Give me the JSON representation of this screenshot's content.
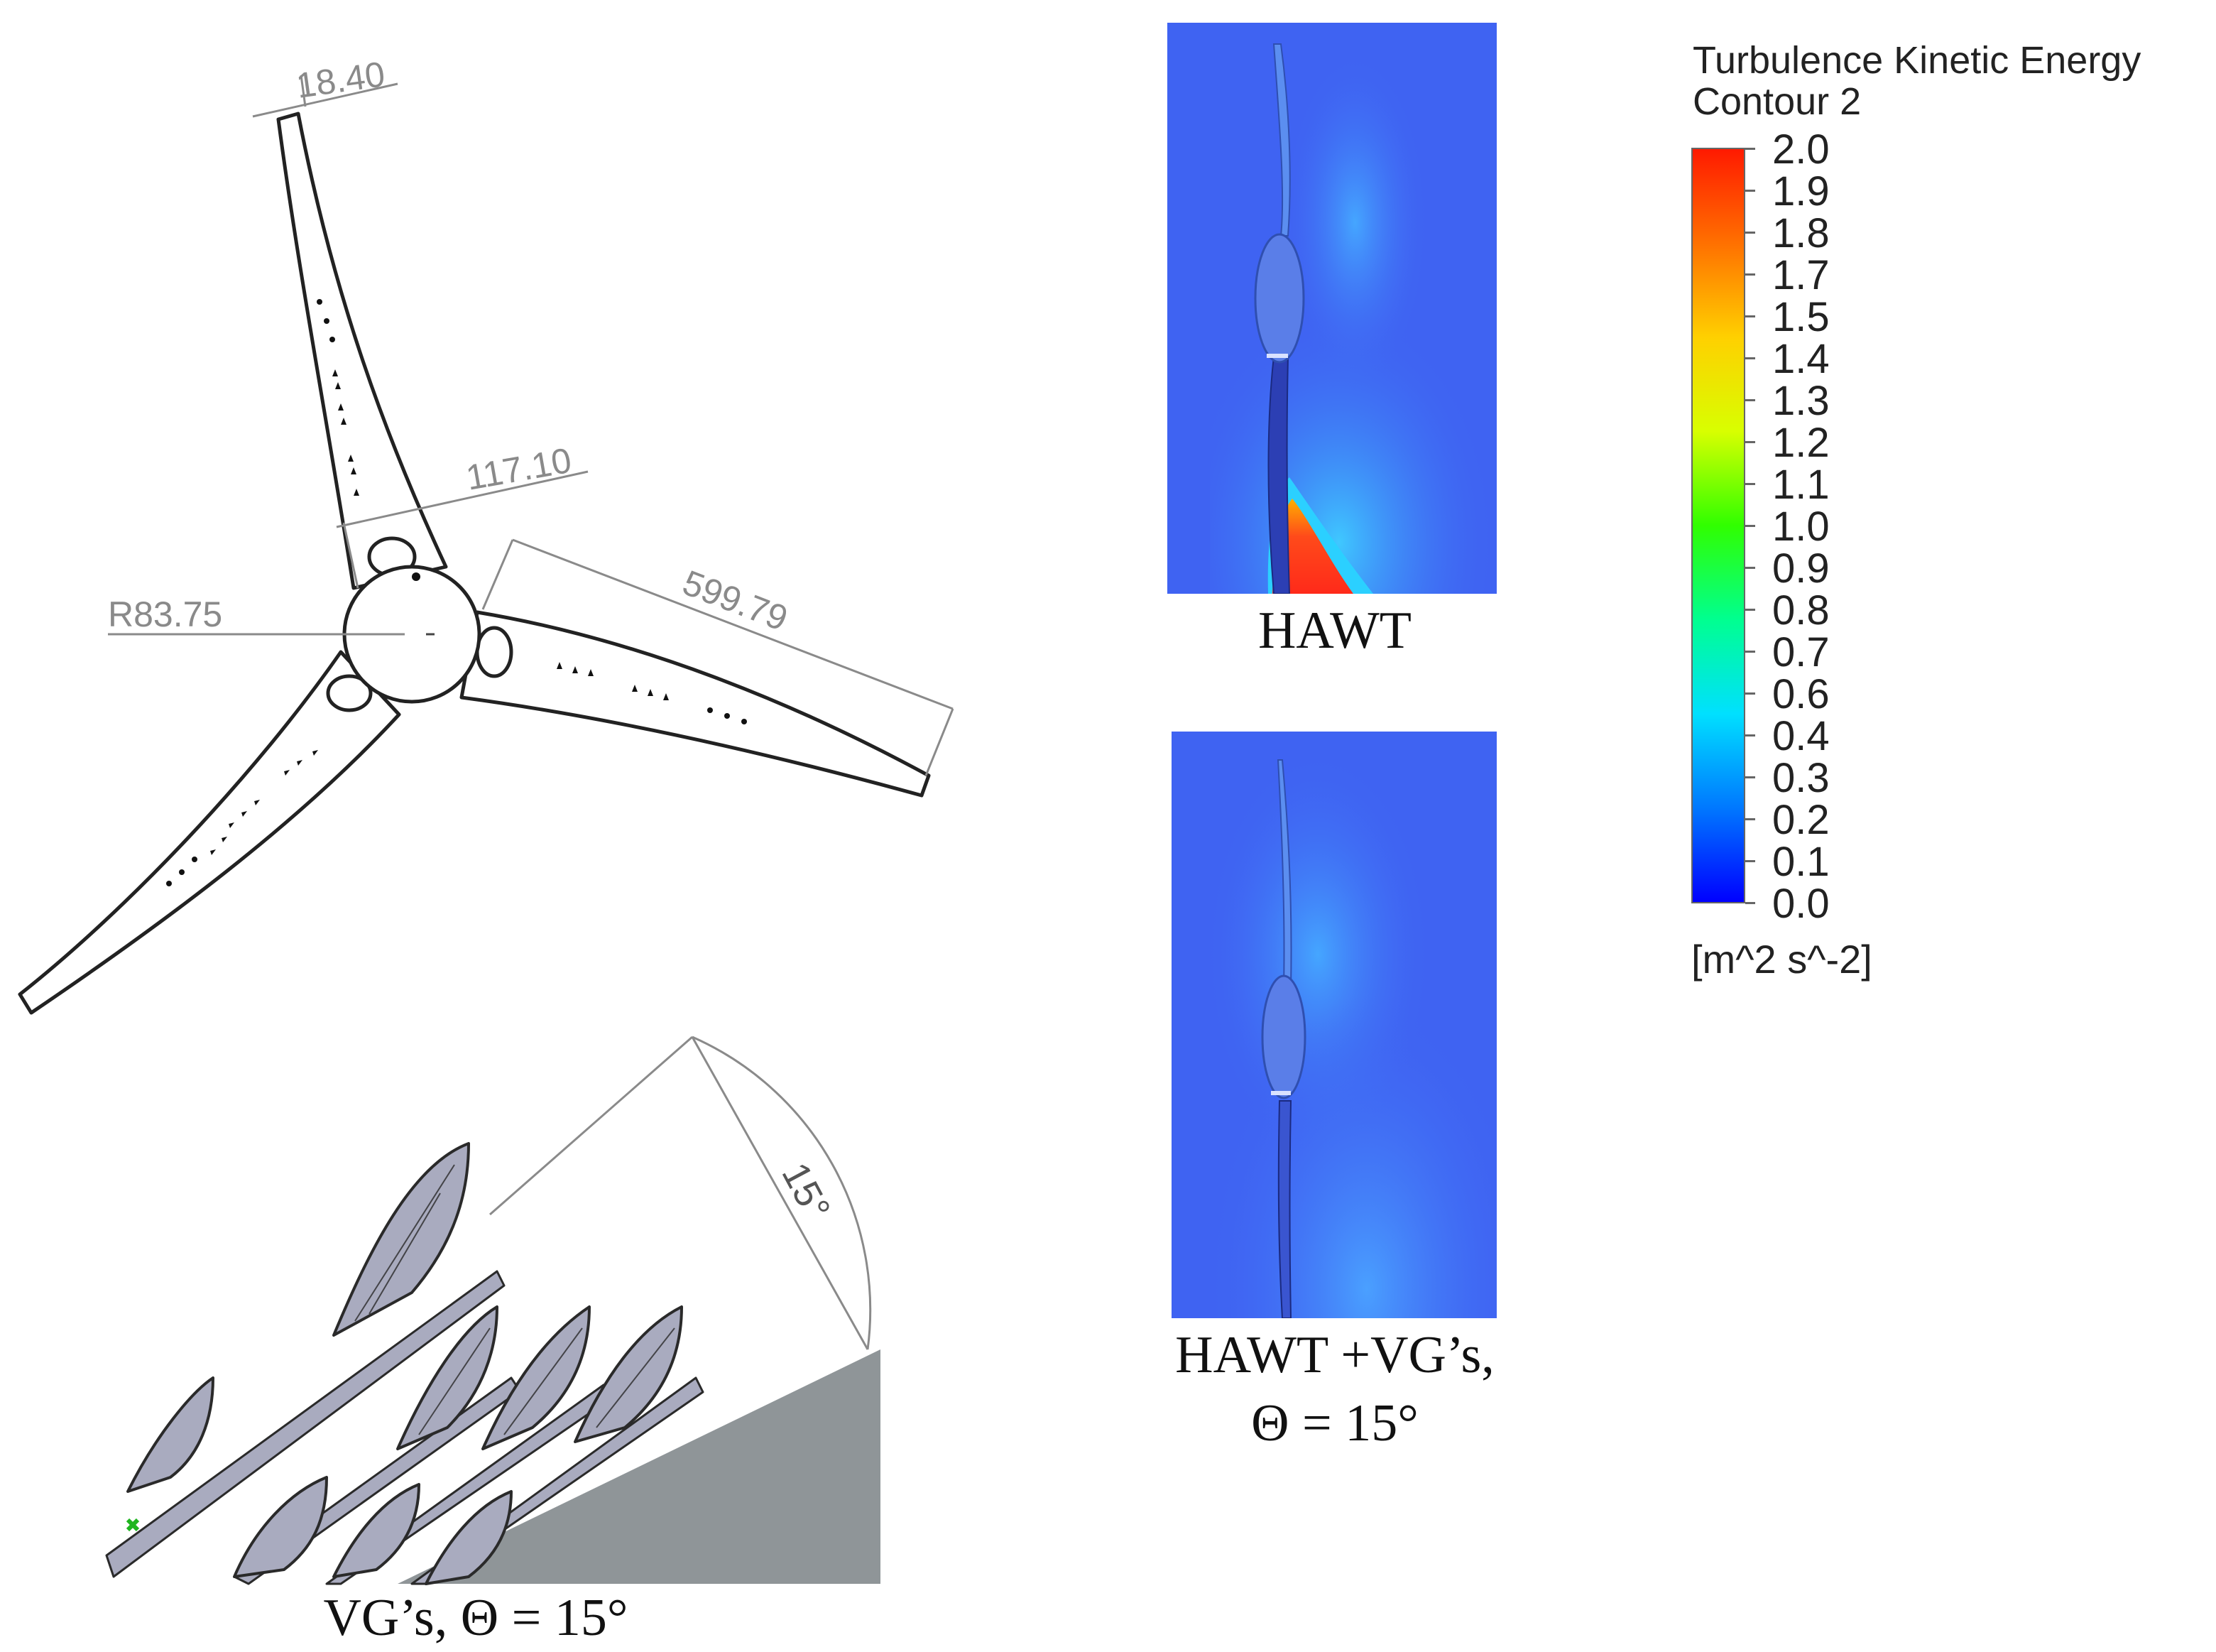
{
  "drawing": {
    "dimensions": {
      "tip_chord": "18.40",
      "root_length": "117.10",
      "hub_radius": "R83.75",
      "blade_length": "599.79",
      "vg_angle": "15°"
    }
  },
  "captions": {
    "vg_detail": "VG’s, Θ = 15°",
    "hawt": "HAWT",
    "hawt_vg_line1": "HAWT +VG’s,",
    "hawt_vg_line2": "Θ = 15°"
  },
  "legend": {
    "title_line1": "Turbulence Kinetic Energy",
    "title_line2": "Contour 2",
    "units": "[m^2 s^-2]",
    "ticks": [
      "2.0",
      "1.9",
      "1.8",
      "1.7",
      "1.5",
      "1.4",
      "1.3",
      "1.2",
      "1.1",
      "1.0",
      "0.9",
      "0.8",
      "0.7",
      "0.6",
      "0.4",
      "0.3",
      "0.2",
      "0.1",
      "0.0"
    ],
    "range": [
      0.0,
      2.0
    ],
    "colormap": [
      "#0000ff",
      "#0078ff",
      "#00e0ff",
      "#00ff90",
      "#30ff00",
      "#d8ff00",
      "#ffd000",
      "#ff7000",
      "#ff1a00"
    ]
  },
  "colors": {
    "background_blue": "#3f63f2",
    "vg_grey": "#a9abbf",
    "hub_grey": "#8f9598"
  }
}
